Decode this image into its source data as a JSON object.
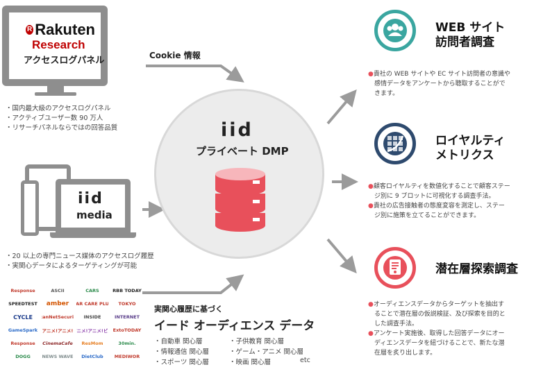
{
  "sources": {
    "rakuten": {
      "brand": "Rakuten",
      "sub": "Research",
      "panel": "アクセスログパネル",
      "bullets": [
        "国内最大級のアクセスログパネル",
        "アクティブユーザー数 90 万人",
        "リサーチパネルならではの回答品質"
      ]
    },
    "iid_media": {
      "brand": "iid",
      "sub": "media",
      "bullets": [
        "20 以上の専門ニュース媒体のアクセスログ履歴",
        "実関心データによるターゲティングが可能"
      ]
    },
    "cookie_label": "Cookie 情報"
  },
  "center": {
    "brand": "iid",
    "label": "プライベート DMP"
  },
  "media_logos": [
    "Response",
    "ASCII",
    "CARS",
    "RBB TODAY",
    "SPEEDTEST",
    "amber",
    "CAR CARE PLUS",
    "TOKYO",
    "CYCLE",
    "ScanNetSecurity",
    "INSIDE",
    "INTERNET",
    "GameSpark",
    "アニメ!アニメ!",
    "アニメ!アニメ!ビズ",
    "ExtoTODAY",
    "Response",
    "CinemaCafe",
    "ResMom",
    "30min.",
    "DOGG",
    "NEWS WAVE",
    "DietClub",
    "MEDIWOR"
  ],
  "audience": {
    "line1": "実関心履歴に基づく",
    "line2": "イード オーディエンス データ",
    "items": [
      "自動車 関心層",
      "子供教育 関心層",
      "情報通信 関心層",
      "ゲーム・アニメ 関心層",
      "スポーツ 関心層",
      "映画 関心層",
      "etc"
    ]
  },
  "results": [
    {
      "title_lines": [
        "WEB サイト",
        "訪問者調査"
      ],
      "icon": "visitor-icon",
      "color": "#3aa6a0",
      "bullets": [
        [
          "貴社の WEB サイトや EC サイト訪問者の意識や",
          "感情データをアンケートから聴取することがで",
          "きます。"
        ]
      ]
    },
    {
      "title_lines": [
        "ロイヤルティ",
        "メトリクス"
      ],
      "icon": "matrix-icon",
      "color": "#2e4a6e",
      "bullets": [
        [
          "顧客ロイヤルティを数値化することで顧客ステー",
          "ジ別に 9 ブロットに可視化する調査手法。"
        ],
        [
          "貴社の広告接触者の態度変容を測定し、ステー",
          "ジ別に施策を立てることができます。"
        ]
      ]
    },
    {
      "title_lines": [
        "潜在層探索調査"
      ],
      "icon": "document-icon",
      "color": "#e8505b",
      "bullets": [
        [
          "オーディエンスデータからターゲットを抽出す",
          "ることで潜在層の仮説検証、及び探索を目的と",
          "した調査手法。"
        ],
        [
          "アンケート実施後、取得した回答データにオー",
          "ディエンスデータを紐づけることで、新たな潜",
          "在層を炙り出します。"
        ]
      ]
    }
  ],
  "colors": {
    "arrow": "#9b9b9b",
    "device": "#8e8e8e",
    "db_red": "#e8505b",
    "db_pink": "#f7b6bb"
  }
}
